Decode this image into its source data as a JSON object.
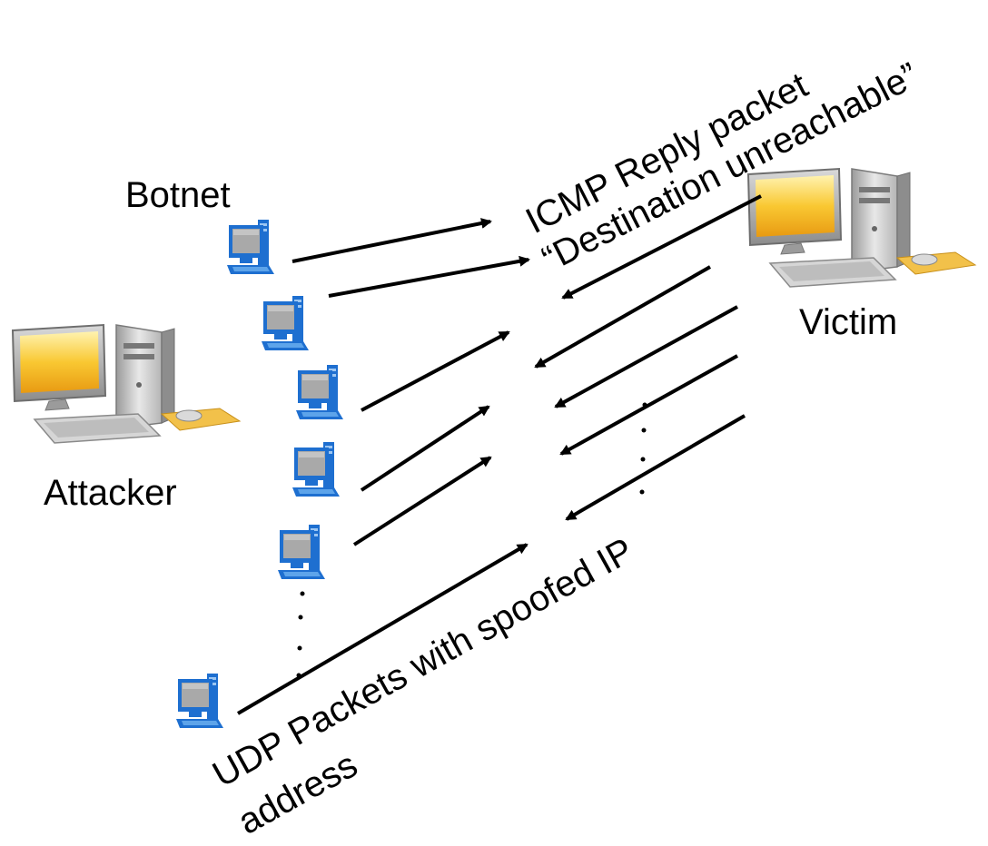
{
  "labels": {
    "botnet": "Botnet",
    "attacker": "Attacker",
    "victim": "Victim",
    "icmp_line1": "ICMP Reply packet",
    "icmp_line2": "“Destination unreachable”",
    "udp_line1": "UDP Packets with spoofed IP",
    "udp_line2": "address"
  },
  "icons": {
    "attacker": "desktop-computer-icon",
    "victim": "desktop-computer-icon",
    "bot": "network-computer-icon"
  },
  "colors": {
    "bot_monitor": "#1e6fd0",
    "workstation_screen": "#f7b51a",
    "arrow": "#000000"
  }
}
